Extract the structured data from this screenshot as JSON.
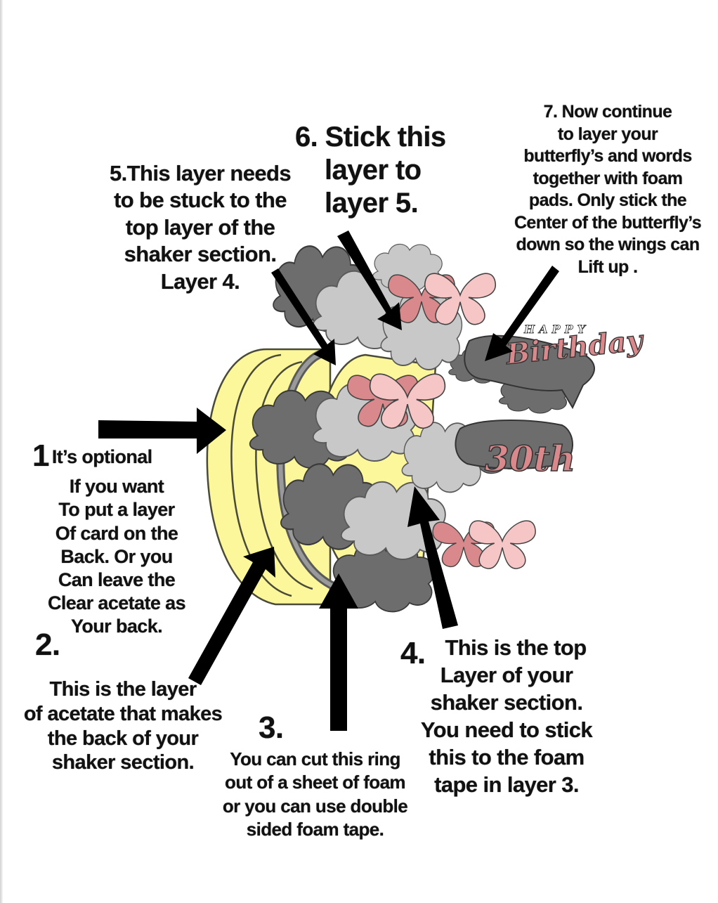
{
  "labels": {
    "step1": {
      "number": "1",
      "lines": [
        "It’s optional",
        "If you want",
        "To put a layer",
        "Of card on the",
        "Back. Or you",
        "Can leave the",
        "Clear acetate as",
        "Your back."
      ]
    },
    "step2": {
      "number": "2.",
      "lines": [
        "This is the layer",
        "of acetate that makes",
        "the back of your",
        "shaker section."
      ]
    },
    "step3": {
      "number": "3.",
      "lines": [
        "You can cut this ring",
        "out of a sheet of foam",
        "or you can use double",
        "sided foam tape."
      ]
    },
    "step4": {
      "number": "4.",
      "lines": [
        "This is the top",
        "Layer of your",
        "shaker section.",
        "You need to stick",
        "this to the foam",
        "tape in layer 3."
      ]
    },
    "step5": {
      "lines": [
        "5.This layer needs",
        "to be stuck to the",
        "top layer of the",
        "shaker section.",
        "Layer  4."
      ]
    },
    "step6": {
      "lines": [
        "6. Stick this",
        "layer to",
        "layer 5."
      ]
    },
    "step7": {
      "lines": [
        "7. Now continue",
        "to layer your",
        "butterfly’s and words",
        "together with foam",
        "pads. Only stick the",
        "Center of the butterfly’s",
        "down so the wings can",
        "Lift up ."
      ]
    }
  },
  "artwork": {
    "happy_text": "HAPPY",
    "birthday_text": "Birthday",
    "age_text": "30th"
  },
  "colors": {
    "yellow_layer": "#fbf79a",
    "yellow_stroke": "#4a4a3a",
    "gray_dark": "#6d6d6d",
    "gray_mid": "#8a8a8a",
    "gray_light": "#c8c8c8",
    "pink": "#d9898c",
    "pink_light": "#f6c6c6",
    "arrow": "#000000"
  }
}
